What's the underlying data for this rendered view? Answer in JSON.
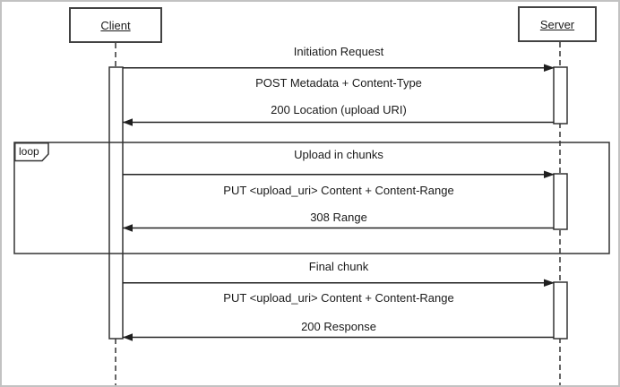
{
  "sequence_diagram": {
    "participants": [
      {
        "name": "Client"
      },
      {
        "name": "Server"
      }
    ],
    "sections": [
      {
        "title": "Initiation Request",
        "messages": [
          {
            "from": "Client",
            "to": "Server",
            "direction": "right",
            "label": "POST Metadata + Content-Type"
          },
          {
            "from": "Server",
            "to": "Client",
            "direction": "left",
            "label": "200 Location (upload URI)"
          }
        ]
      },
      {
        "fragment_label": "loop",
        "title": "Upload in chunks",
        "messages": [
          {
            "from": "Client",
            "to": "Server",
            "direction": "right",
            "label": "PUT <upload_uri> Content + Content-Range"
          },
          {
            "from": "Server",
            "to": "Client",
            "direction": "left",
            "label": "308 Range"
          }
        ]
      },
      {
        "title": "Final chunk",
        "messages": [
          {
            "from": "Client",
            "to": "Server",
            "direction": "right",
            "label": "PUT <upload_uri> Content + Content-Range"
          },
          {
            "from": "Server",
            "to": "Client",
            "direction": "left",
            "label": "200 Response"
          }
        ]
      }
    ],
    "colors": {
      "line": "#2b2b2b",
      "actor_border": "#424242",
      "frame_border": "#c2c2c2",
      "background": "#ffffff"
    }
  }
}
